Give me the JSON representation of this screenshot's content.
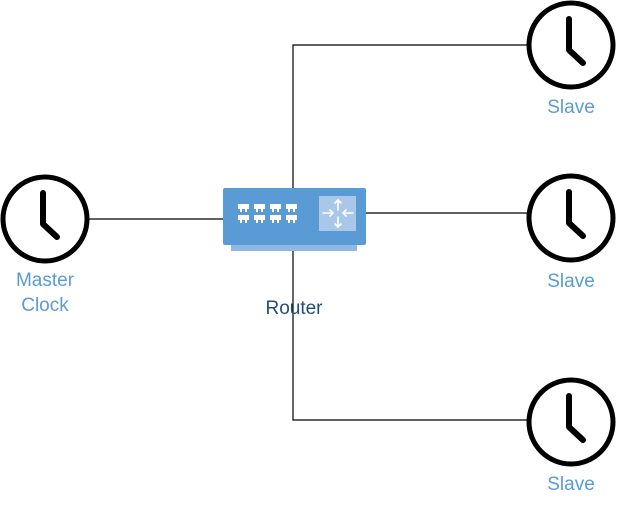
{
  "diagram": {
    "master_clock": {
      "icon": "clock-icon",
      "label_line1": "Master",
      "label_line2": "Clock"
    },
    "router": {
      "icon": "router-icon",
      "label": "Router"
    },
    "slaves": [
      {
        "icon": "clock-icon",
        "label": "Slave"
      },
      {
        "icon": "clock-icon",
        "label": "Slave"
      },
      {
        "icon": "clock-icon",
        "label": "Slave"
      }
    ]
  },
  "colors": {
    "label_blue": "#5b9bd5",
    "router_label": "#1f4e79",
    "router_body": "#5b9bd5",
    "router_panel": "#a9c7e8",
    "line": "#000000"
  }
}
